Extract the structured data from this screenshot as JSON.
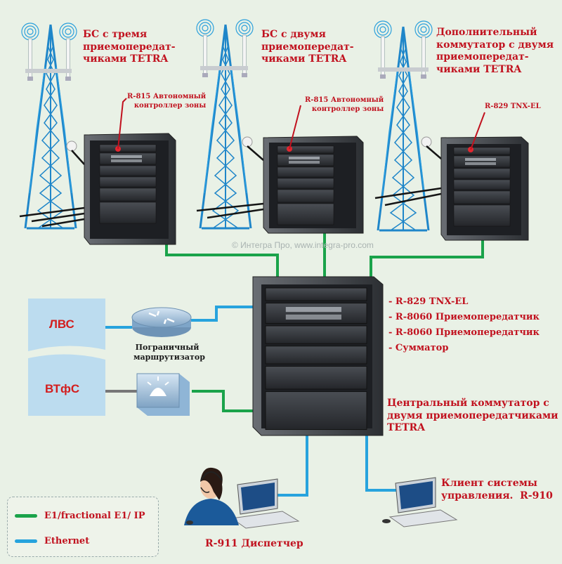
{
  "labels": {
    "bs3": "БС с тремя\nприемопередат-\nчиками TETRA",
    "bs2": "БС с двумя\nприемопередат-\nчиками TETRA",
    "extra_switch": "Дополнительный\nкоммутатор с двумя\nприемопередат-\nчиками TETRA",
    "r815_a": "R-815 Автономный\nконтроллер зоны",
    "r815_b": "R-815 Автономный\nконтроллер зоны",
    "r829_top": "R-829 TNX-EL",
    "lan": "ЛВС",
    "pbx": "ВТфС",
    "border_router": "Пограничный\nмаршрутизатор",
    "central_switch": "Центральный коммутатор с\nдвумя приемопередатчиками\nTETRA",
    "client": "Клиент системы\nуправления.  R-910",
    "dispatcher": "R-911 Диспетчер",
    "watermark": "© Интегра Про, www.integra-pro.com"
  },
  "central_list": [
    "- R-829 TNX-EL",
    "- R-8060 Приемопередатчик",
    "- R-8060 Приемопередатчик",
    "- Сумматор"
  ],
  "legend": {
    "items": [
      {
        "label": "E1/fractional E1/ IP",
        "color": "#1aa34a"
      },
      {
        "label": "Ethernet",
        "color": "#27a3dd"
      }
    ]
  },
  "colors": {
    "green_link": "#1aa34a",
    "blue_link": "#27a3dd",
    "tower": "#1f86c9",
    "rack": "#3a3d42",
    "accent_red": "#c1121f"
  }
}
